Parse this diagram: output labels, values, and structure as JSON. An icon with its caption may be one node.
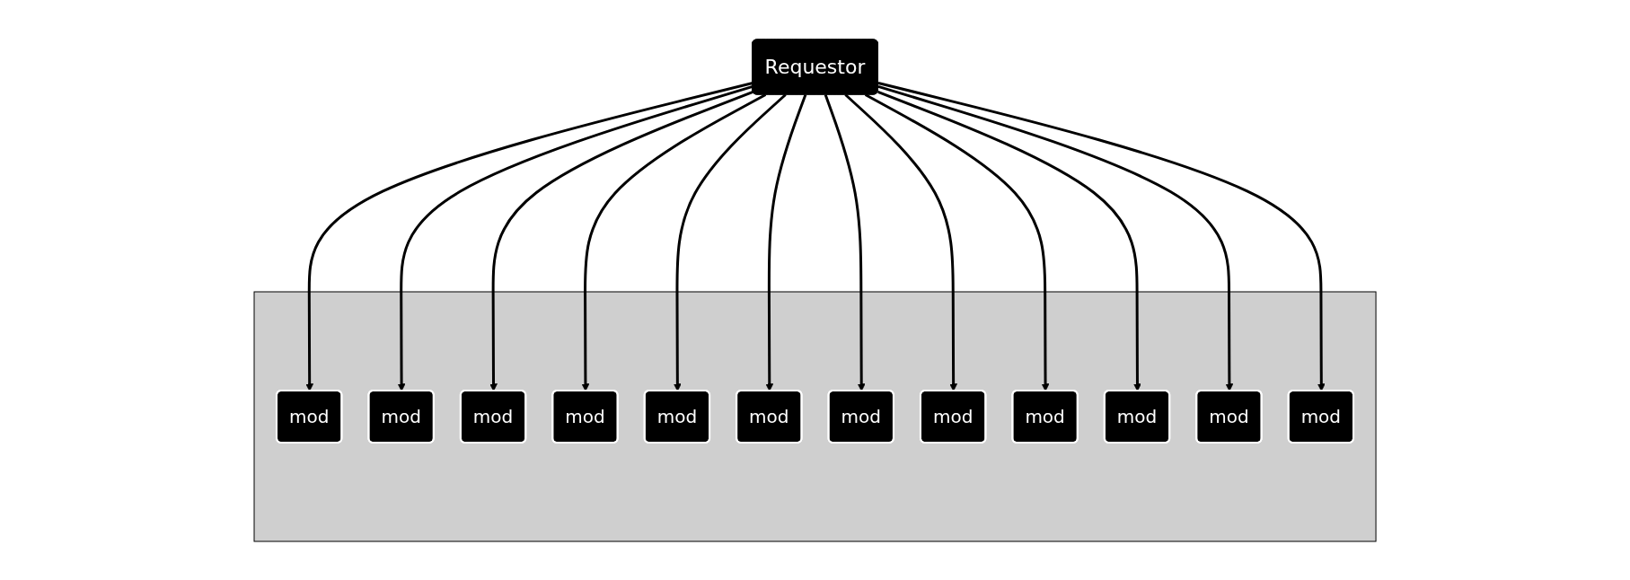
{
  "diagram": {
    "nodes": [
      {
        "text": [
          "Requestor"
        ]
      },
      {
        "text": [],
        "shape": "box"
      },
      {
        "text": [
          "mod"
        ],
        "in": 1
      },
      {
        "text": [
          "mod"
        ],
        "in": 1
      },
      {
        "text": [
          "mod"
        ],
        "in": 1
      },
      {
        "text": [
          "mod"
        ],
        "in": 1
      },
      {
        "text": [
          "mod"
        ],
        "in": 1
      },
      {
        "text": [
          "mod"
        ],
        "in": 1
      },
      {
        "text": [
          "mod"
        ],
        "in": 1
      },
      {
        "text": [
          "mod"
        ],
        "in": 1
      },
      {
        "text": [
          "mod"
        ],
        "in": 1
      },
      {
        "text": [
          "mod"
        ],
        "in": 1
      },
      {
        "text": [
          "mod"
        ],
        "in": 1
      },
      {
        "text": [
          "mod"
        ],
        "in": 1
      }
    ],
    "edges": [
      {
        "from": 0,
        "to": 2,
        "arrow": "to"
      },
      {
        "from": 0,
        "to": 3,
        "arrow": "to"
      },
      {
        "from": 0,
        "to": 4,
        "arrow": "to"
      },
      {
        "from": 0,
        "to": 5,
        "arrow": "to"
      },
      {
        "from": 0,
        "to": 6,
        "arrow": "to"
      },
      {
        "from": 0,
        "to": 7,
        "arrow": "to"
      },
      {
        "from": 0,
        "to": 8,
        "arrow": "to"
      },
      {
        "from": 0,
        "to": 9,
        "arrow": "to"
      },
      {
        "from": 0,
        "to": 10,
        "arrow": "to"
      },
      {
        "from": 0,
        "to": 11,
        "arrow": "to"
      },
      {
        "from": 0,
        "to": 12,
        "arrow": "to"
      },
      {
        "from": 0,
        "to": 13,
        "arrow": "to"
      }
    ]
  }
}
